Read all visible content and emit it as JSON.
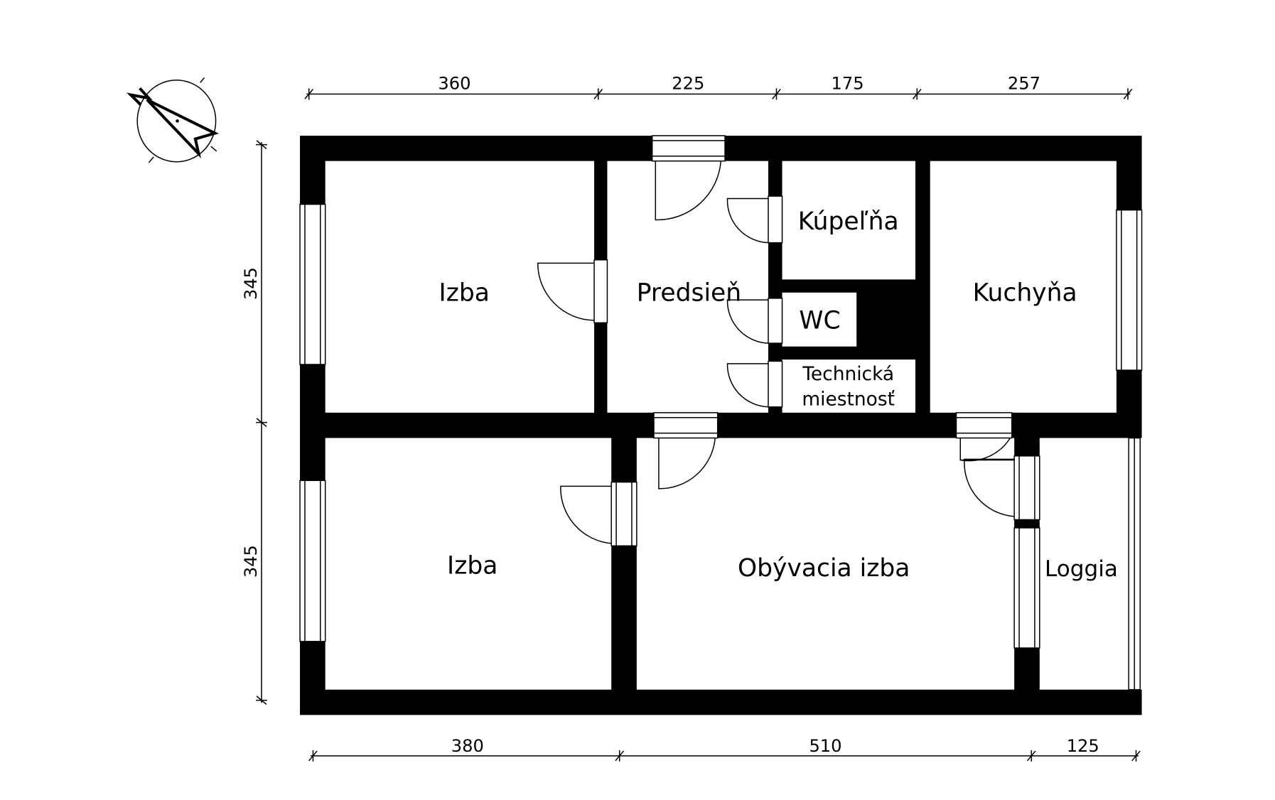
{
  "rooms": {
    "izba_top": "Izba",
    "predsien": "Predsieň",
    "kupelna": "Kúpeľňa",
    "wc": "WC",
    "technicka_1": "Technická",
    "technicka_2": "miestnosť",
    "kuchyna": "Kuchyňa",
    "izba_bottom": "Izba",
    "obyvacia": "Obývacia izba",
    "loggia": "Loggia"
  },
  "dimensions": {
    "top": [
      "360",
      "225",
      "175",
      "257"
    ],
    "bottom": [
      "380",
      "510",
      "125"
    ],
    "left": [
      "345",
      "345"
    ]
  },
  "compass": {
    "north_label": "N"
  }
}
